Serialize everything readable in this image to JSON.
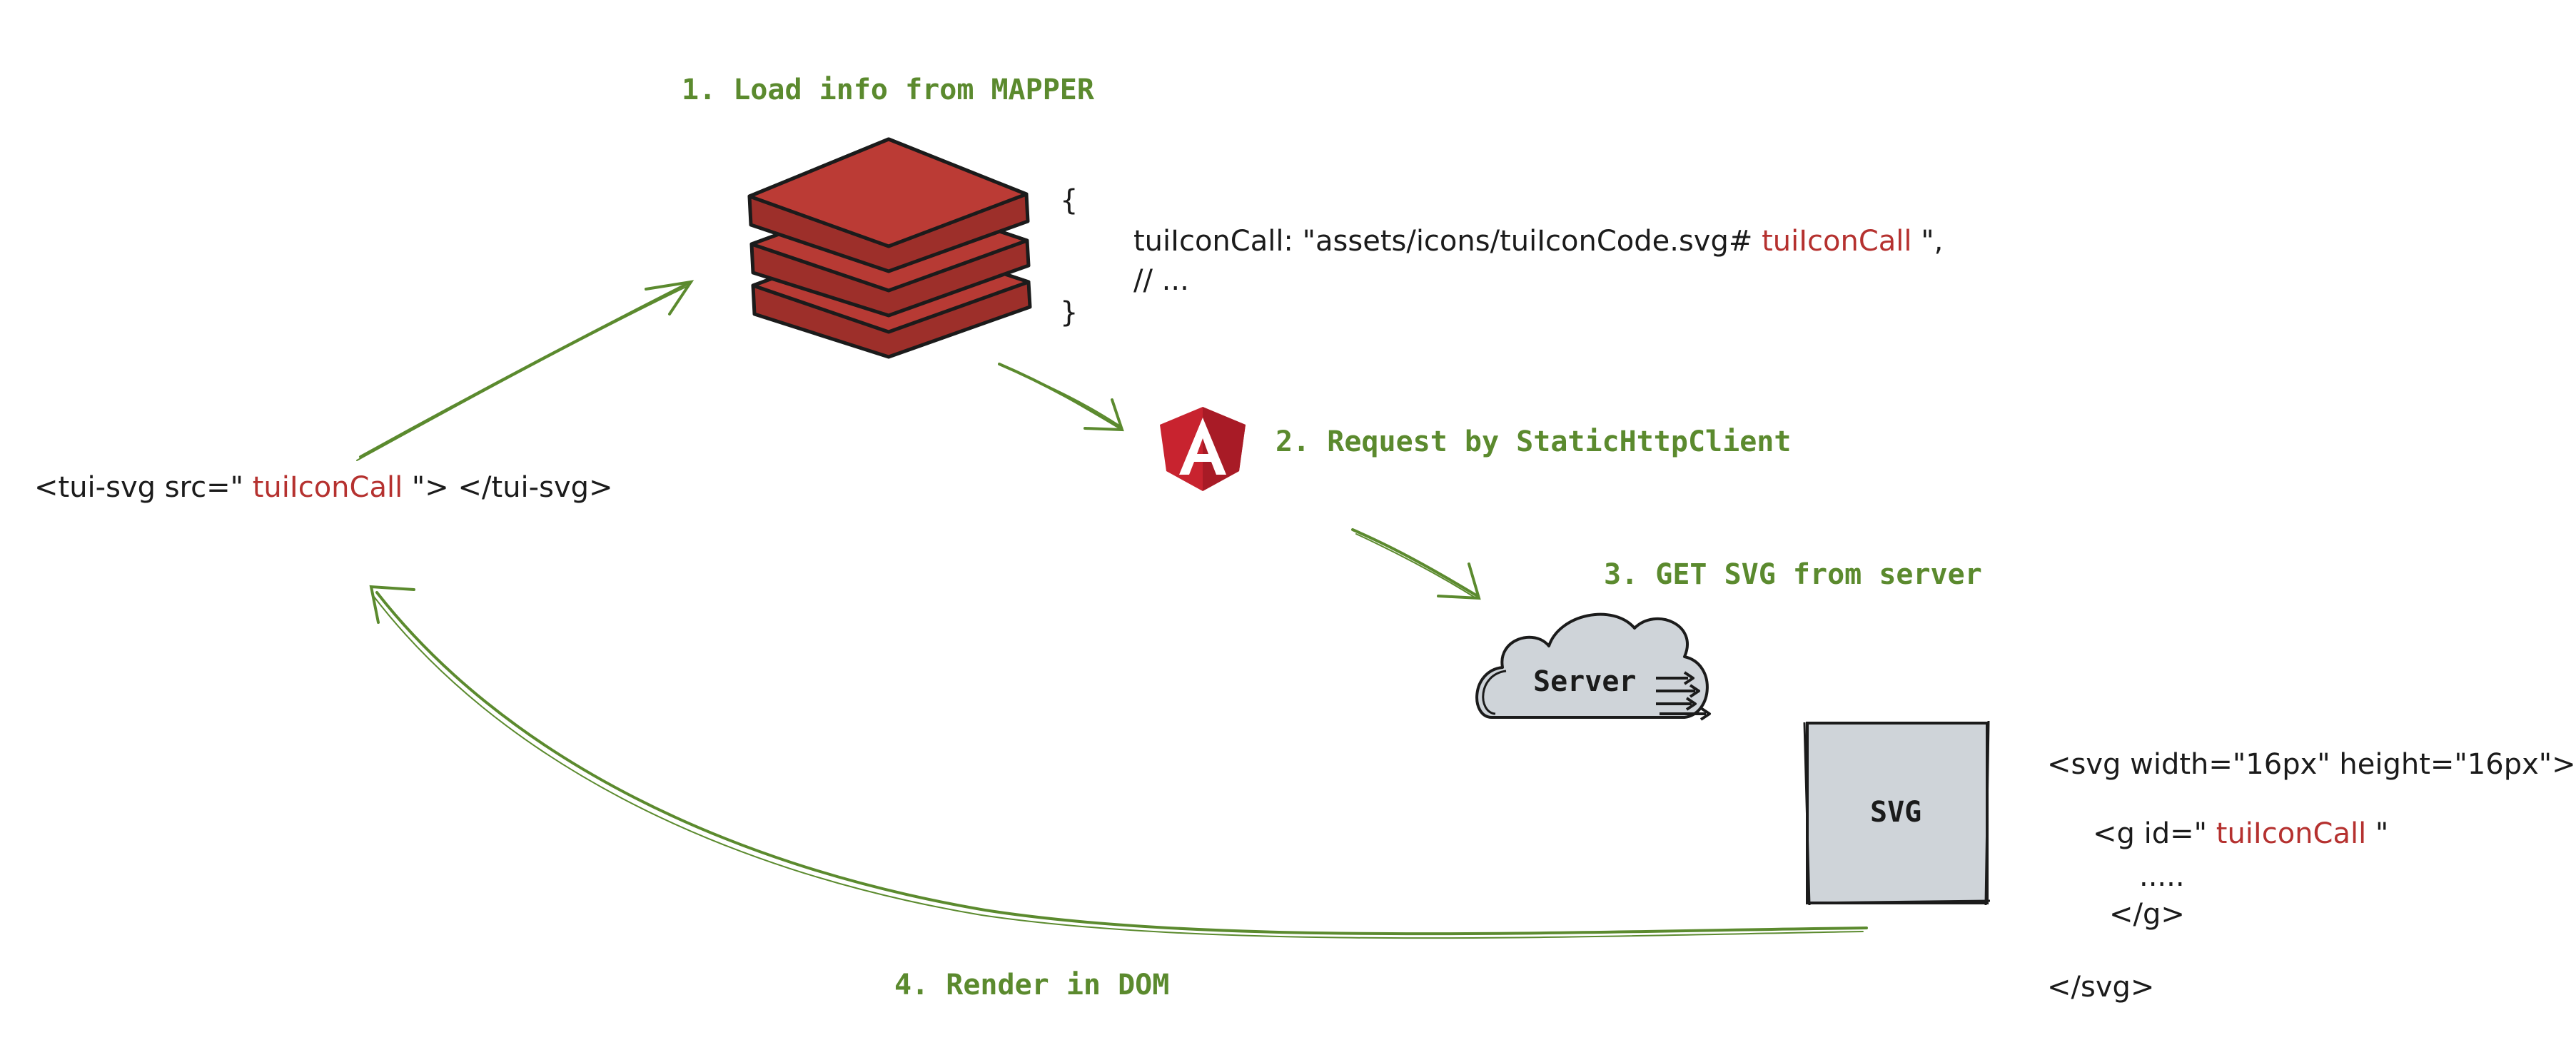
{
  "steps": {
    "step1": "1. Load info from MAPPER",
    "step2": "2. Request by StaticHttpClient",
    "step3": "3. GET SVG from server",
    "step4": "4. Render in DOM"
  },
  "mapper_code": {
    "open_brace": "{",
    "key_prefix": "tuiIconCall: \"assets/icons/tuiIconCode.svg# ",
    "key_highlight": "tuiIconCall",
    "key_suffix": " \",",
    "comment": "// ...",
    "close_brace": "}"
  },
  "component_code": {
    "prefix": "<tui-svg src=\" ",
    "highlight": "tuiIconCall",
    "suffix": " \"> </tui-svg>"
  },
  "server": {
    "label": "Server"
  },
  "svg_box": {
    "label": "SVG"
  },
  "svg_code": {
    "line1": "<svg width=\"16px\" height=\"16px\">",
    "line2_prefix": "<g id=\" ",
    "line2_highlight": "tuiIconCall",
    "line2_suffix": " \"",
    "line3": ".....",
    "line4": "</g>",
    "line5": "</svg>"
  },
  "icons": {
    "mapper": "database-stack-icon",
    "angular": "angular-logo-icon",
    "cloud": "cloud-server-icon"
  },
  "colors": {
    "accent_green": "#5b8a2e",
    "highlight_red": "#b5312f",
    "stack_red": "#b73a34",
    "angular_red": "#c8232f",
    "box_gray": "#cfd4d9"
  }
}
